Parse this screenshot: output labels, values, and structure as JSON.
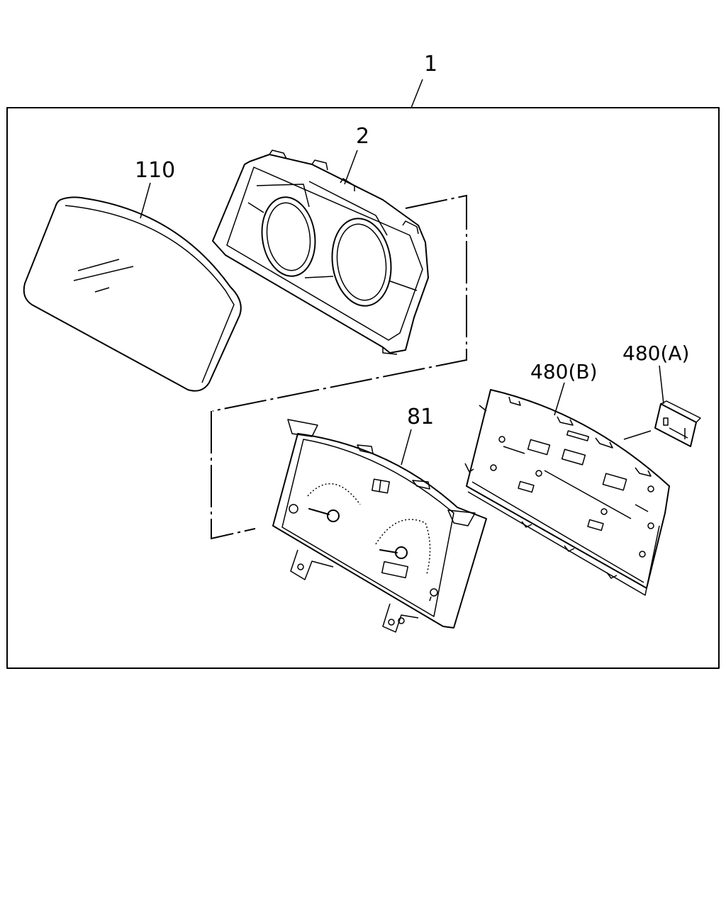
{
  "diagram": {
    "callouts": {
      "assembly": "1",
      "bezel": "2",
      "lens": "110",
      "meter_panel": "81",
      "circuit_board": "480(B)",
      "connector": "480(A)"
    }
  }
}
